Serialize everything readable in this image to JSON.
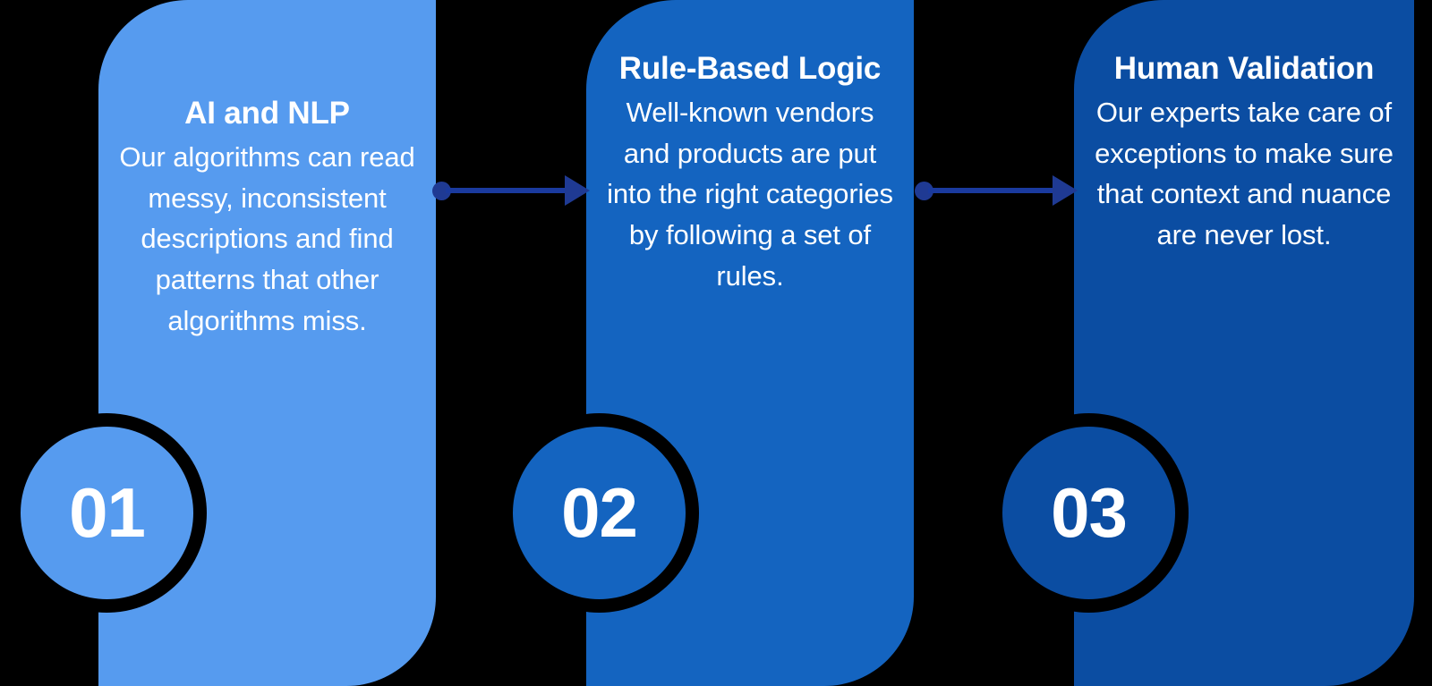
{
  "diagram": {
    "type": "three-step-process-flow",
    "background_color": "#000000",
    "steps": [
      {
        "number": "01",
        "title": "AI and NLP",
        "description": "Our algorithms can read messy, inconsistent descriptions and find patterns that other algorithms miss.",
        "color": "#569BEF"
      },
      {
        "number": "02",
        "title": "Rule-Based Logic",
        "description": "Well-known vendors and products are put into the right categories by following a set of rules.",
        "color": "#1464C0"
      },
      {
        "number": "03",
        "title": "Human Validation",
        "description": "Our experts take care of exceptions to make sure that context and nuance are never lost.",
        "color": "#0B4DA2"
      }
    ],
    "connectors": [
      {
        "from": "01",
        "to": "02",
        "color": "#1F3A93",
        "icon": "arrow-right-icon"
      },
      {
        "from": "02",
        "to": "03",
        "color": "#1F3A93",
        "icon": "arrow-right-icon"
      }
    ],
    "text_color": "#FFFFFF"
  }
}
